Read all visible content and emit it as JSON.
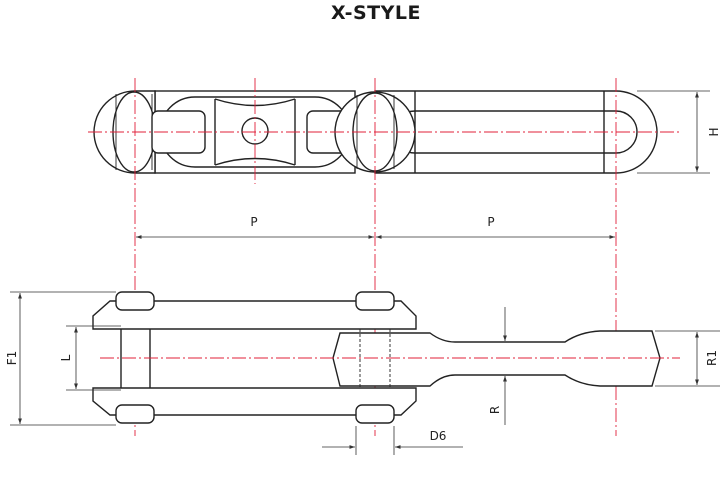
{
  "title": "X-STYLE",
  "colors": {
    "outline": "#222222",
    "centerline": "#e0203a",
    "background": "#ffffff"
  },
  "dimensions": {
    "pitch_1": "P",
    "pitch_2": "P",
    "height": "H",
    "overall_width": "F1",
    "inner_width": "L",
    "bar_half_height": "R1",
    "bar_offset": "R",
    "pin_diameter": "D6"
  }
}
